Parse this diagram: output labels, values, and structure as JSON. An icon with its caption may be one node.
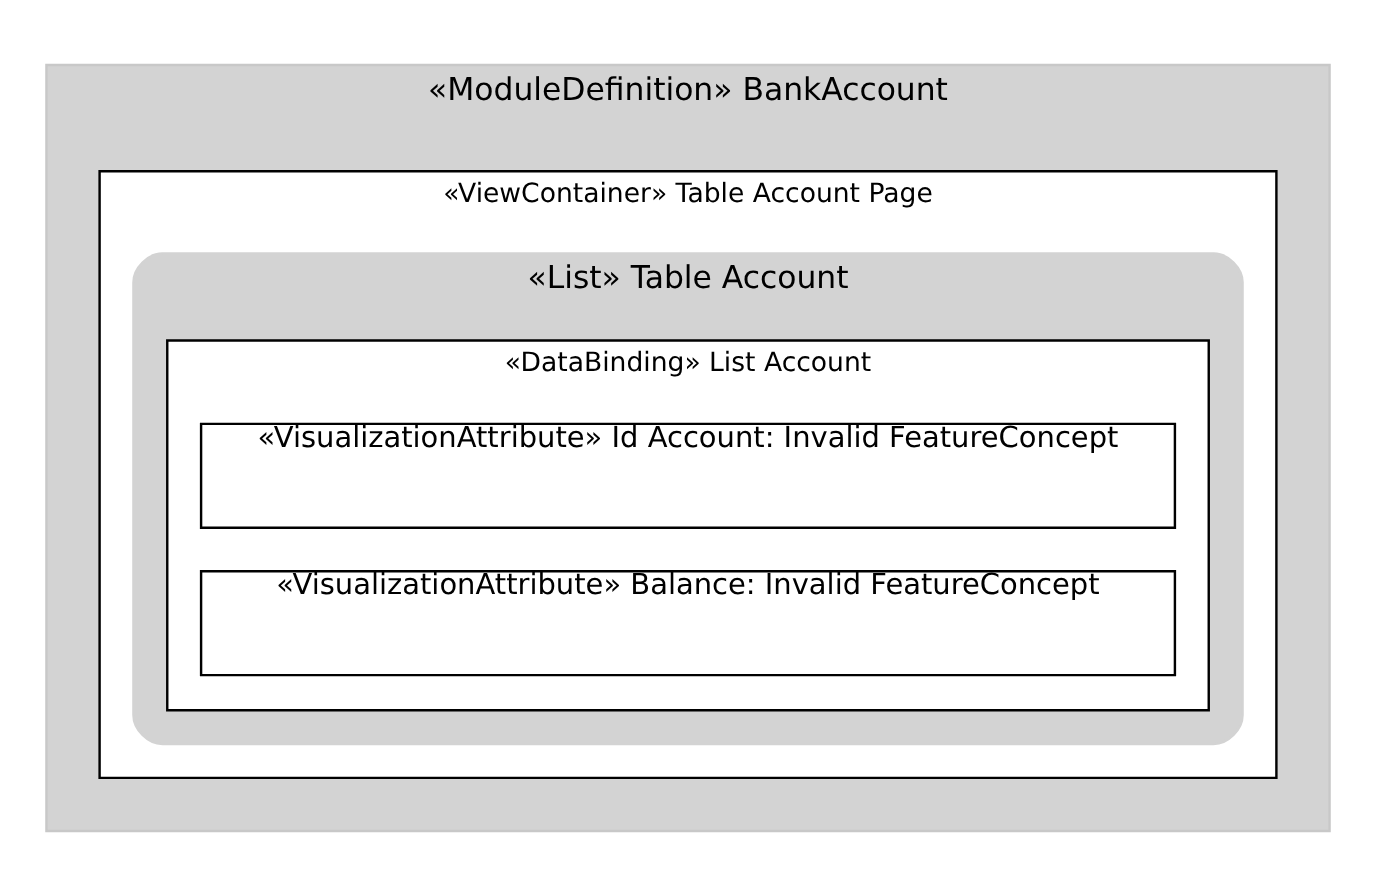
{
  "diagram": {
    "nodes": [
      {
        "text": [
          "«ModuleDefinition» BankAccount"
        ]
      },
      {
        "text": [
          "«ViewContainer» Table Account Page"
        ],
        "in": 0
      },
      {
        "text": [
          "«List» Table Account"
        ],
        "in": 1
      },
      {
        "text": [
          "«DataBinding» List Account"
        ],
        "in": 2
      },
      {
        "text": [
          "«VisualizationAttribute» Id Account: Invalid FeatureConcept"
        ],
        "in": 3
      },
      {
        "text": [
          "«VisualizationAttribute» Balance: Invalid FeatureConcept"
        ],
        "in": 3
      }
    ]
  }
}
